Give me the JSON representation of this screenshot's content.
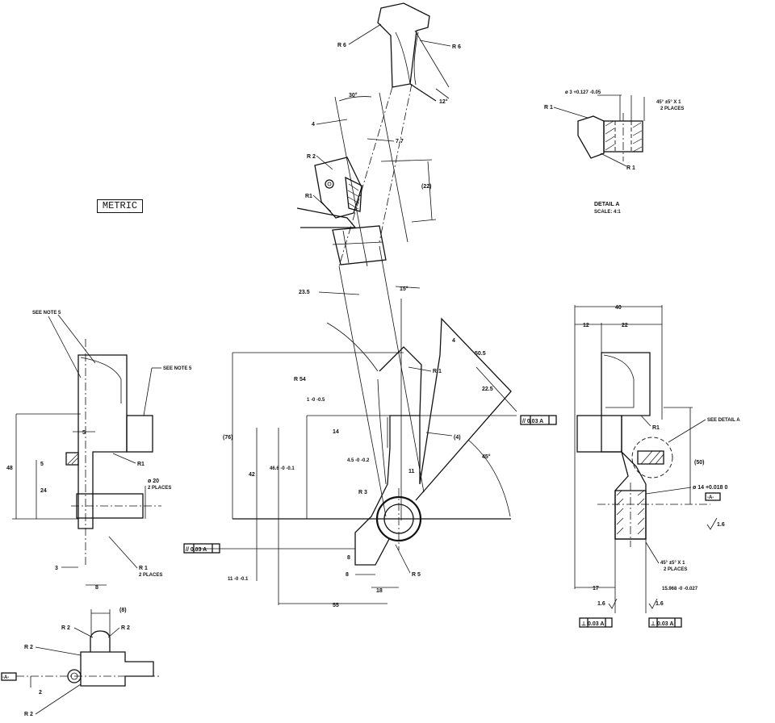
{
  "metric_label": "METRIC",
  "notes": {
    "see_note_5": "SEE NOTE 5",
    "see_detail_a": "SEE DETAIL A"
  },
  "detail_a": {
    "title": "DETAIL A",
    "scale": "SCALE: 4:1",
    "hole": "ø 3 +0.127 -0.05",
    "chamfer": "45° ±5° X 1",
    "places": "2 PLACES",
    "r1": "R 1"
  },
  "top_view": {
    "r6_left": "R 6",
    "r6_right": "R 6",
    "angle_12": "12°",
    "angle_30": "30°",
    "dim_4": "4",
    "dim_7_7": "7.7",
    "r2": "R 2",
    "r1": "R1",
    "dim_22": "(22)"
  },
  "front_view": {
    "dim_23_5": "23.5",
    "angle_15": "15°",
    "dim_4": "4",
    "dim_50_5": "50.5",
    "r54": "R 54",
    "r1": "R 1",
    "dim_22_5": "22.5",
    "dim_1": "1 -0 -0.5",
    "dim_14": "14",
    "dim_paren_4": "(4)",
    "dim_76": "(76)",
    "dim_42": "42",
    "dim_46_6": "46.6 -0 -0.1",
    "dim_4_5": "4.5 -0 -0.2",
    "dim_11": "11",
    "angle_45": "45°",
    "r3": "R 3",
    "fcf_top": "// 0.03 A",
    "fcf_left": "// 0.03 A",
    "dim_11_tol": "11 -0 -0.1",
    "dim_8_v": "8",
    "dim_8_h": "8",
    "dim_18": "18",
    "r5": "R 5",
    "dim_55": "55"
  },
  "side_view": {
    "dim_5": "5",
    "dim_5b": "5",
    "dim_48": "48",
    "dim_24": "24",
    "r1": "R1",
    "dia_20": "ø 20",
    "places": "2 PLACES",
    "dim_3": "3",
    "r1_2": "R 1",
    "places_2": "2 PLACES",
    "dim_8": "8"
  },
  "bottom_view": {
    "dim_8": "(8)",
    "r2_a": "R 2",
    "r2_b": "R 2",
    "r2_c": "R 2",
    "r2_d": "R 2",
    "datum_a": "-A-",
    "dim_2": "2"
  },
  "right_view": {
    "dim_40": "40",
    "dim_12": "12",
    "dim_22": "22",
    "r1": "R1",
    "dim_50": "(50)",
    "dia_14": "ø 14 +0.018 0",
    "datum_a": "-A-",
    "finish_1": "1.6",
    "chamfer": "45° ±5° X 1",
    "places": "2 PLACES",
    "dim_17": "17",
    "dim_15_968": "15.968 -0 -0.027",
    "finish_left": "1.6",
    "finish_right": "1.6",
    "fcf_left": "⊥ 0.03 A",
    "fcf_right": "⊥ 0.03 A"
  }
}
